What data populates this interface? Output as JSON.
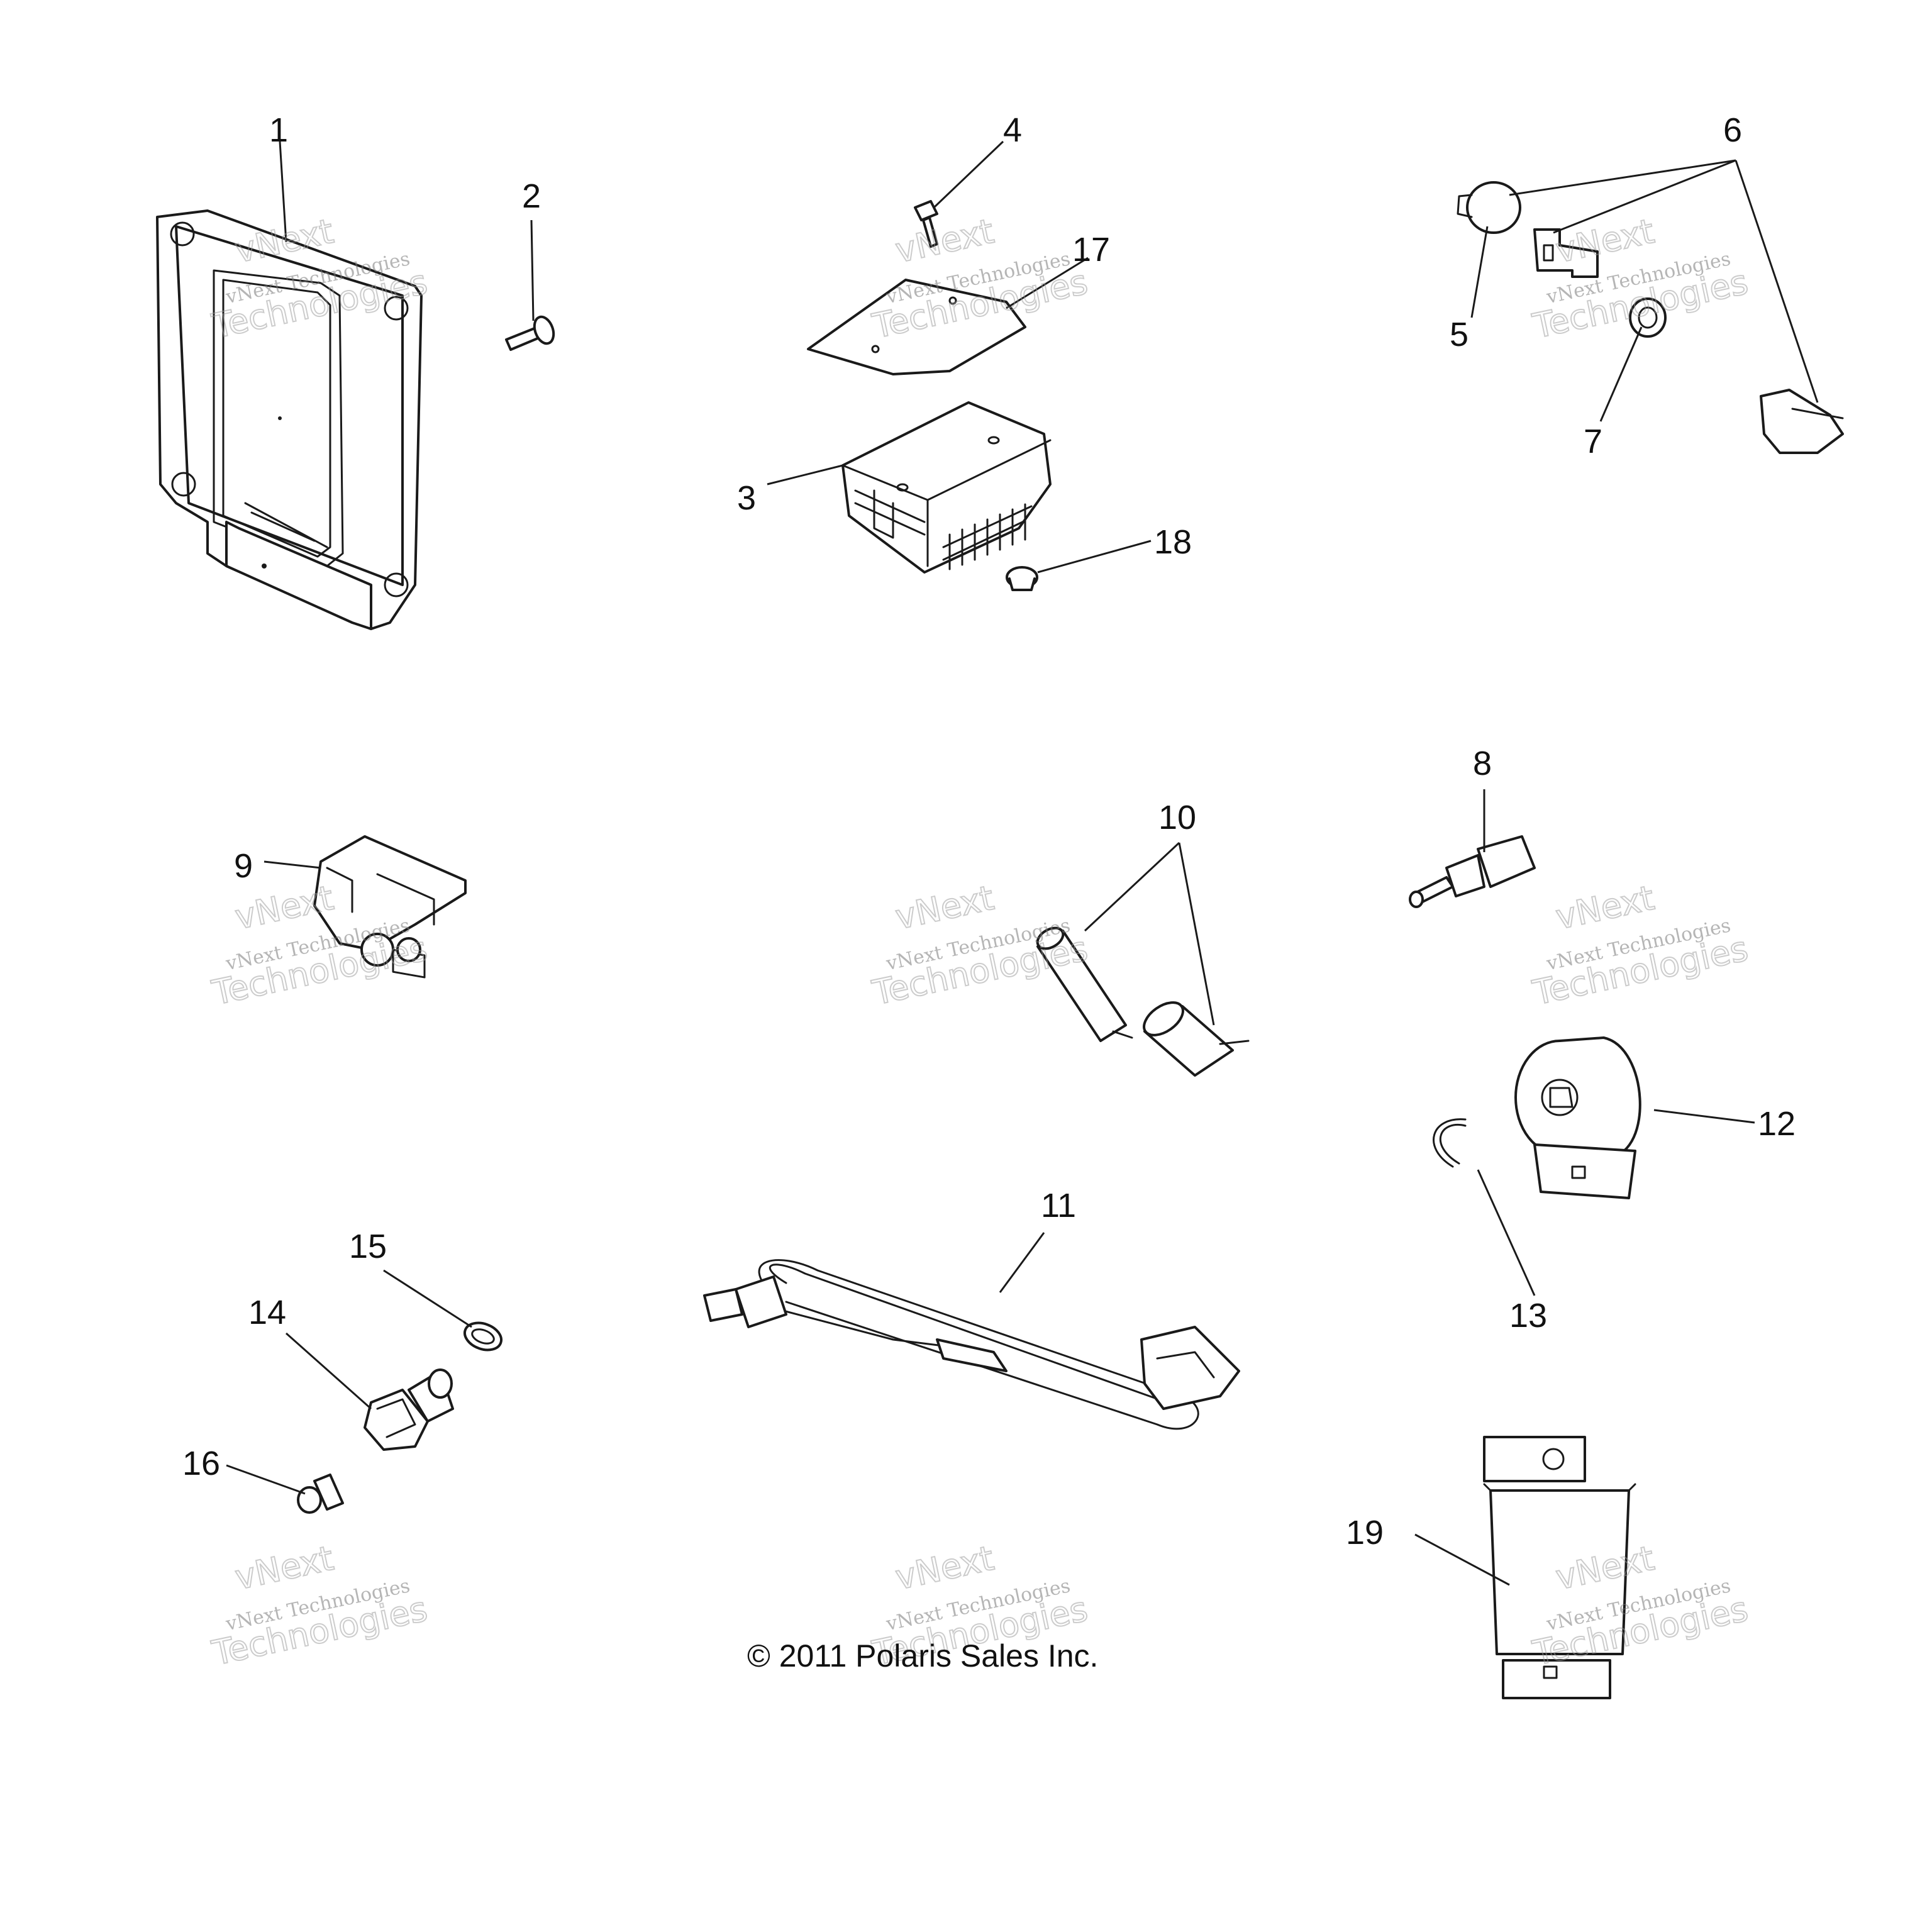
{
  "callouts": [
    {
      "id": "1",
      "label": "1"
    },
    {
      "id": "2",
      "label": "2"
    },
    {
      "id": "3",
      "label": "3"
    },
    {
      "id": "4",
      "label": "4"
    },
    {
      "id": "5",
      "label": "5"
    },
    {
      "id": "6",
      "label": "6"
    },
    {
      "id": "7",
      "label": "7"
    },
    {
      "id": "8",
      "label": "8"
    },
    {
      "id": "9",
      "label": "9"
    },
    {
      "id": "10",
      "label": "10"
    },
    {
      "id": "11",
      "label": "11"
    },
    {
      "id": "12",
      "label": "12"
    },
    {
      "id": "13",
      "label": "13"
    },
    {
      "id": "14",
      "label": "14"
    },
    {
      "id": "15",
      "label": "15"
    },
    {
      "id": "16",
      "label": "16"
    },
    {
      "id": "17",
      "label": "17"
    },
    {
      "id": "18",
      "label": "18"
    },
    {
      "id": "19",
      "label": "19"
    }
  ],
  "watermark": {
    "line1": "vNext Technologies",
    "line2": "vNext",
    "line3": "Technologies"
  },
  "copyright": "© 2011 Polaris Sales Inc.",
  "colors": {
    "ink": "#1a1a1a",
    "watermark": "#9a9a9a",
    "background": "#ffffff"
  }
}
